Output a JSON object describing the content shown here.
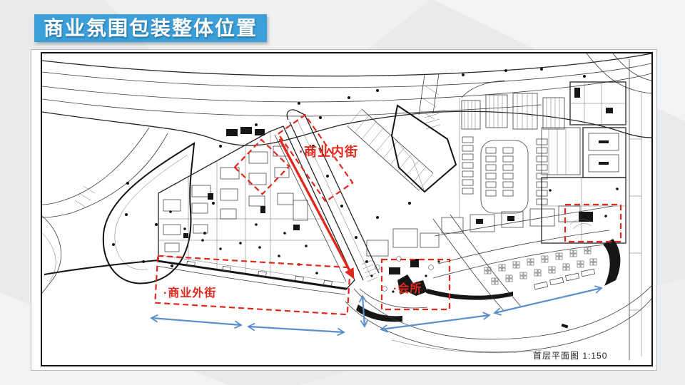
{
  "slide": {
    "title": "商业氛围包装整体位置"
  },
  "plan": {
    "caption": "首层平面图 1:150",
    "annotations": {
      "inner_street": {
        "label": "·商业内街"
      },
      "outer_street": {
        "label": "·商业外街"
      },
      "clubhouse": {
        "label": "·会所"
      }
    }
  },
  "colors": {
    "slide-bg": "#e9eaec",
    "title-bar": "#3b9fd9",
    "annotation-red": "#e0291c",
    "arrow-blue": "#5b8fc9"
  }
}
